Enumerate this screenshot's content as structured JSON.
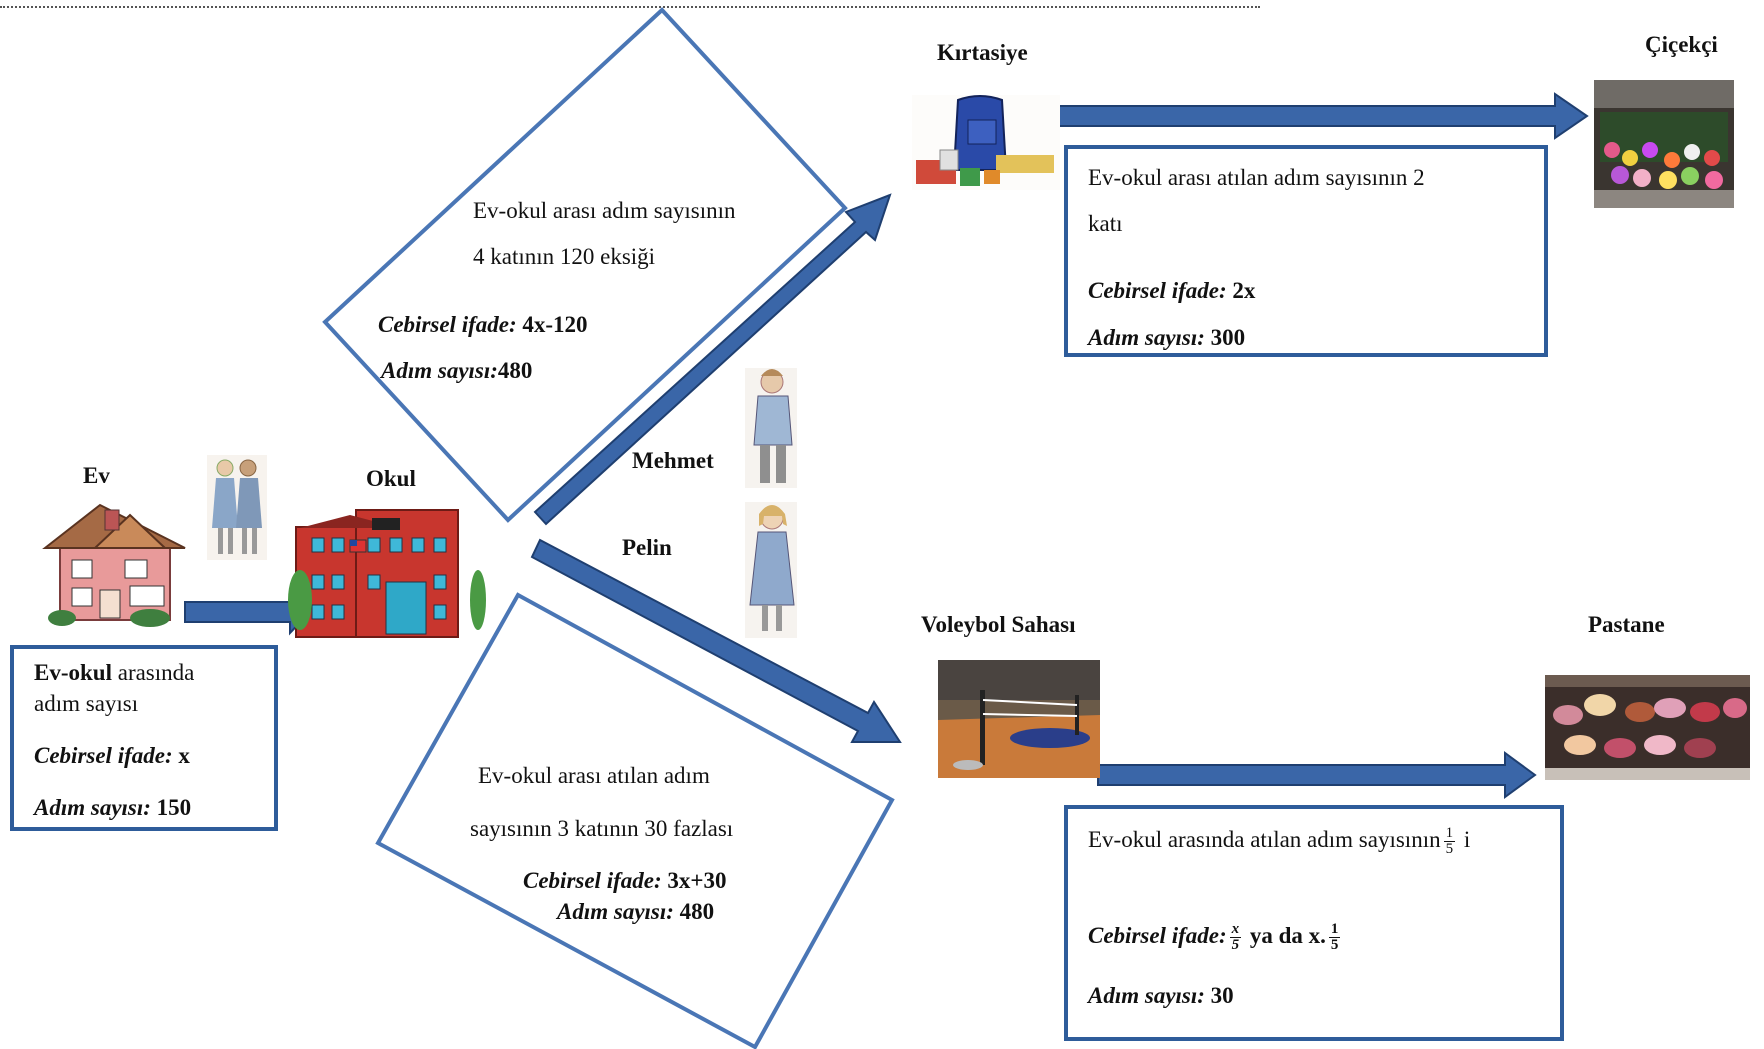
{
  "places": {
    "ev": "Ev",
    "okul": "Okul",
    "kirtasiye": "Kırtasiye",
    "cicekci": "Çiçekçi",
    "voleybol": "Voleybol Sahası",
    "pastane": "Pastane"
  },
  "people": {
    "mehmet": "Mehmet",
    "pelin": "Pelin"
  },
  "ev_okul_box": {
    "title_bold": "Ev-okul",
    "title_rest": " arasında",
    "line2": "adım sayısı",
    "expr_label": "Cebirsel ifade:",
    "expr": " x",
    "steps_label": "Adım sayısı:",
    "steps": " 150"
  },
  "diamond_top": {
    "line1": "Ev-okul arası adım sayısının",
    "line2": "4 katının 120 eksiği",
    "expr_label": "Cebirsel ifade:",
    "expr": " 4x-120",
    "steps_label": "Adım sayısı:",
    "steps": "480"
  },
  "diamond_bottom": {
    "line1": "Ev-okul arası atılan adım",
    "line2": "sayısının 3 katının 30 fazlası",
    "expr_label": "Cebirsel ifade:",
    "expr": " 3x+30",
    "steps_label": "Adım sayısı:",
    "steps": " 480"
  },
  "kirtasiye_box": {
    "line1": "Ev-okul arası atılan adım sayısının 2",
    "line2": "katı",
    "expr_label": "Cebirsel ifade:",
    "expr": " 2x",
    "steps_label": "Adım sayısı:",
    "steps": " 300"
  },
  "voleybol_box": {
    "line1": "Ev-okul arasında atılan adım sayısının",
    "frac_num": "1",
    "frac_den": "5",
    "line1_suffix": " i",
    "expr_label": "Cebirsel ifade:",
    "expr_frac_num": "x",
    "expr_frac_den": "5",
    "expr_mid": " ya da x.",
    "expr_frac2_num": "1",
    "expr_frac2_den": "5",
    "steps_label": "Adım sayısı:",
    "steps": " 30"
  },
  "colors": {
    "arrow": "#3a66a8",
    "arrow_outline": "#1f3f70",
    "box_border": "#2e5c9a"
  }
}
